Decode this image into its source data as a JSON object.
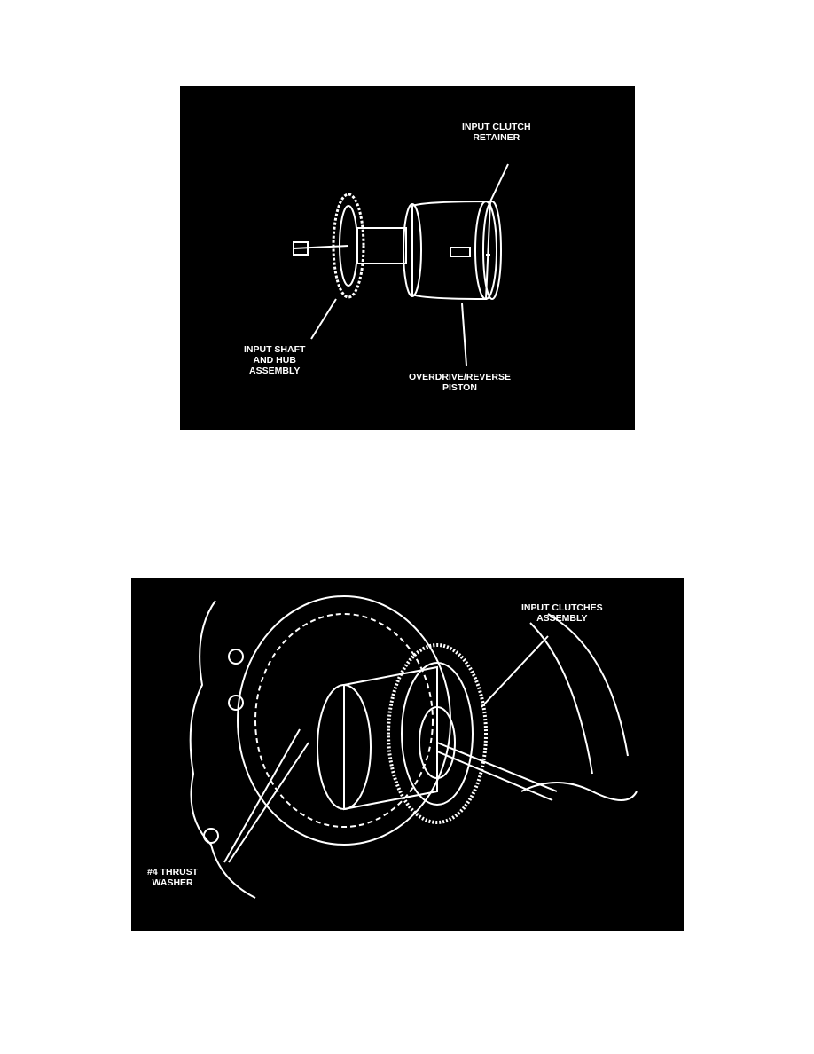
{
  "figure1": {
    "labels": {
      "retainer": [
        "INPUT CLUTCH",
        "RETAINER"
      ],
      "shaft": [
        "INPUT SHAFT",
        "AND HUB",
        "ASSEMBLY"
      ],
      "piston": [
        "OVERDRIVE/REVERSE",
        "PISTON"
      ]
    }
  },
  "figure2": {
    "labels": {
      "clutches": [
        "INPUT CLUTCHES",
        "ASSEMBLY"
      ],
      "washer": [
        "#4 THRUST",
        "WASHER"
      ]
    }
  }
}
